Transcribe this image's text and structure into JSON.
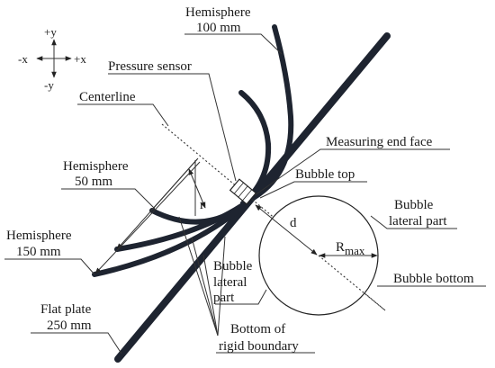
{
  "axes": {
    "pos_y": "+y",
    "neg_y": "-y",
    "pos_x": "+x",
    "neg_x": "-x"
  },
  "labels": {
    "hemi100_line1": "Hemisphere",
    "hemi100_line2": "100 mm",
    "pressure_sensor": "Pressure sensor",
    "centerline": "Centerline",
    "measuring_end_face": "Measuring end face",
    "hemi50_line1": "Hemisphere",
    "hemi50_line2": "50 mm",
    "bubble_top": "Bubble top",
    "bubble_lateral_right_1": "Bubble",
    "bubble_lateral_right_2": "lateral part",
    "r": "r",
    "d": "d",
    "rmax_main": "R",
    "rmax_sub": "max",
    "hemi150_line1": "Hemisphere",
    "hemi150_line2": "150 mm",
    "bubble_lateral_left_1": "Bubble",
    "bubble_lateral_left_2": "lateral",
    "bubble_lateral_left_3": "part",
    "bubble_bottom": "Bubble bottom",
    "flat_plate_line1": "Flat plate",
    "flat_plate_line2": "250 mm",
    "bottom_rigid_1": "Bottom of",
    "bottom_rigid_2": "rigid boundary"
  }
}
